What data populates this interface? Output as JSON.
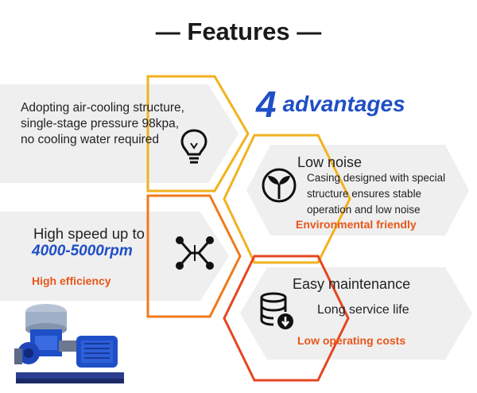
{
  "title": "— Features —",
  "advantages": {
    "number": "4",
    "word": "advantages"
  },
  "features": [
    {
      "lines": [
        "Adopting air-cooling structure,",
        "single-stage pressure 98kpa,",
        "no cooling water required"
      ]
    },
    {
      "heading": "Low noise",
      "lines": [
        "Casing designed with special",
        "structure ensures stable",
        "operation and low noise"
      ],
      "tag": "Environmental friendly"
    },
    {
      "lines": [
        "High speed up to"
      ],
      "highlight": "4000-5000rpm",
      "tag": "High efficiency"
    },
    {
      "heading": "Easy maintenance",
      "lines": [
        "Long service life"
      ],
      "tag": "Low operating costs"
    }
  ],
  "icons": [
    "lightbulb-icon",
    "leaf-sprout-icon",
    "network-nodes-icon",
    "database-download-icon",
    "blower-machine-image"
  ],
  "colors": {
    "accent_blue": "#1f4fc6",
    "accent_orange": "#e8561a",
    "border_gold": "#f2b21f",
    "border_orange": "#f07a1c",
    "border_red": "#e5461f"
  }
}
